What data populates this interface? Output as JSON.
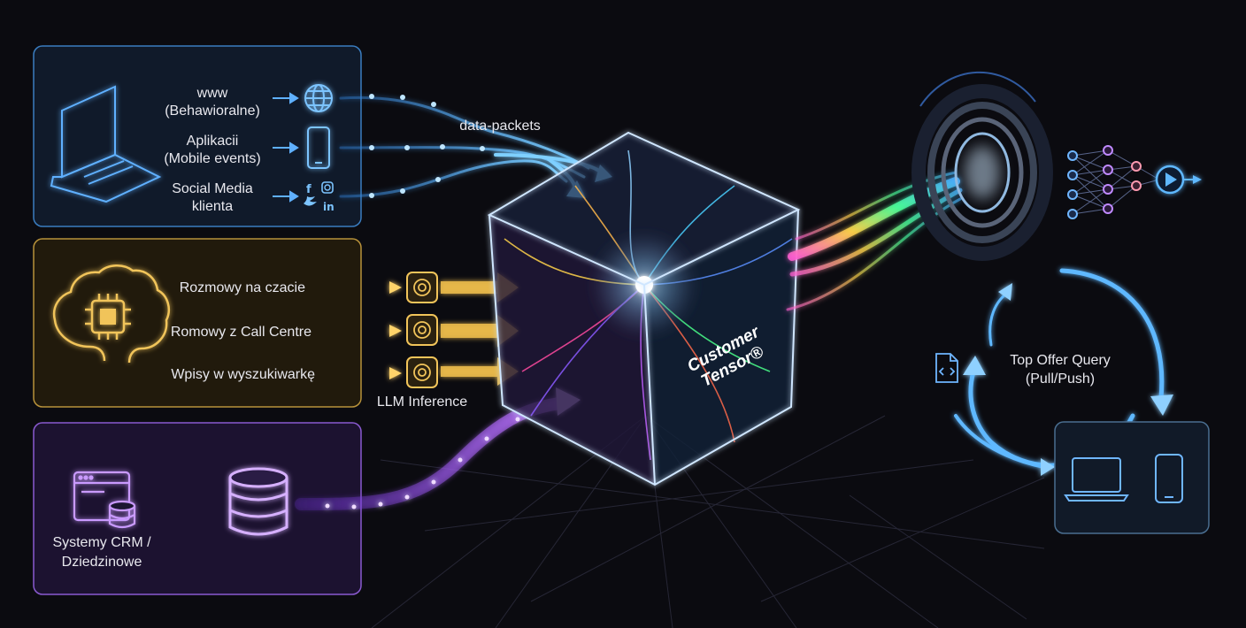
{
  "sources": {
    "digital": {
      "www_line1": "www",
      "www_line2": "(Behawioralne)",
      "app_line1": "Aplikacii",
      "app_line2": "(Mobile events)",
      "social_line1": "Social Media",
      "social_line2": "klienta"
    },
    "conversations": {
      "chat": "Rozmowy na czacie",
      "call_centre": "Romowy z Call Centre",
      "search": "Wpisy w wyszukiwarkę"
    },
    "systems": {
      "crm_line1": "Systemy CRM /",
      "crm_line2": "Dziedzinowe"
    }
  },
  "labels": {
    "data_packets": "data-packets",
    "llm_inference": "LLM Inference"
  },
  "cube": {
    "line1": "Customer",
    "line2": "Tensor®"
  },
  "output": {
    "query_line1": "Top Offer Query",
    "query_line2": "(Pull/Push)"
  },
  "icons": {
    "digital": [
      "laptop-icon",
      "globe-icon",
      "smartphone-icon",
      "facebook-icon",
      "instagram-icon",
      "twitter-icon",
      "linkedin-icon"
    ],
    "conversations": [
      "brain-chip-icon",
      "llm-node-icon"
    ],
    "systems": [
      "crm-window-icon",
      "database-icon"
    ],
    "output": [
      "portal-ring-icon",
      "neural-network-icon",
      "play-icon",
      "code-file-icon",
      "laptop-icon",
      "smartphone-icon"
    ]
  },
  "colors": {
    "background": "#0b0b10",
    "digital_blue": "#4aa8ff",
    "conversation_gold": "#e9b94a",
    "systems_purple": "#a860ff",
    "output_blue": "#5fb8ff"
  }
}
